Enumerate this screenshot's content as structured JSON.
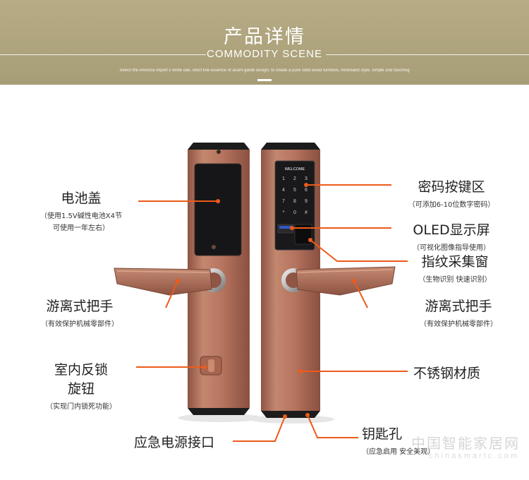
{
  "banner": {
    "title": "产品详情",
    "subtitle": "COMMODITY SCENE",
    "tagline": "Select the America import s white oak, short line essence of avant-garde design; to create a pure solid wood furniture, minimalist style, simple and touching"
  },
  "keypad": {
    "header": "WELCOME",
    "keys": [
      "1",
      "2",
      "3",
      "4",
      "5",
      "6",
      "7",
      "8",
      "9",
      "*",
      "0",
      "#"
    ]
  },
  "labels": {
    "battery_cover": {
      "main": "电池盖",
      "sub1": "（使用1.5V碱性电池X4节",
      "sub2": "可使用一年左右）"
    },
    "left_handle": {
      "main": "游离式把手",
      "sub": "（有效保护机械零部件）"
    },
    "indoor_knob": {
      "main1": "室内反锁",
      "main2": "旋钮",
      "sub": "（实现门内锁死功能）"
    },
    "emergency_power": {
      "main": "应急电源接口"
    },
    "password_keys": {
      "main": "密码按键区",
      "sub": "（可添加6-10位数字密码）"
    },
    "oled": {
      "main": "OLED显示屏",
      "sub": "（可视化图像指导使用）"
    },
    "fingerprint": {
      "main": "指纹采集窗",
      "sub": "（生物识别 快速识别）"
    },
    "right_handle": {
      "main": "游离式把手",
      "sub": "（有效保护机械零部件）"
    },
    "material": {
      "main": "不锈钢材质"
    },
    "key_hole": {
      "main": "钥匙孔",
      "sub": "（应急启用 安全美观）"
    }
  },
  "watermark": {
    "cn": "中国智能家居网",
    "en": "chinasmartc.com"
  },
  "colors": {
    "banner": "#ab9f78",
    "callout": "#ee5a1a",
    "lock_body": "#b8775f",
    "lock_glass": "#1b1b1f"
  }
}
